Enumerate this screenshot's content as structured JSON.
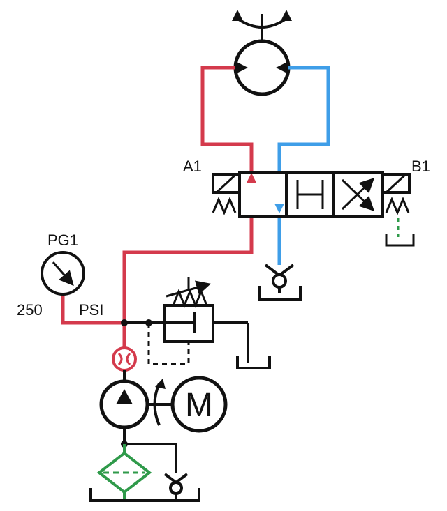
{
  "labels": {
    "port_a": "A1",
    "port_b": "B1",
    "gauge_name": "PG1",
    "gauge_value": "250",
    "gauge_unit": "PSI"
  },
  "colors": {
    "pressure_line": "#d43a4c",
    "return_line": "#3f9ee8",
    "filter": "#2f9a4a",
    "ink": "#111111"
  },
  "symbols": [
    "bidirectional-motor-icon",
    "directional-control-valve-icon",
    "pressure-gauge-icon",
    "relief-valve-icon",
    "flow-meter-icon",
    "pump-icon",
    "electric-motor-icon",
    "filter-icon",
    "check-valve-icon",
    "tank-icon"
  ],
  "motor_letter": "M"
}
